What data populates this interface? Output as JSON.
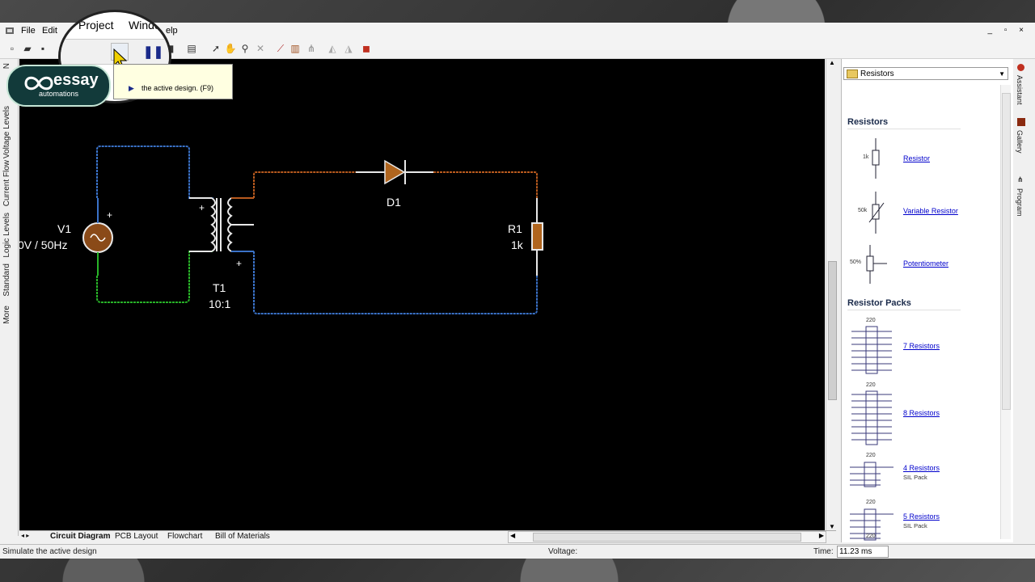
{
  "menu": {
    "file": "File",
    "edit": "Edit",
    "project": "Project",
    "window": "Windo",
    "help": "elp"
  },
  "tooltip": {
    "text": "the active design. (F9)"
  },
  "logo": {
    "text": "essay",
    "subtext": "automations"
  },
  "left_tabs": [
    "Voltage Levels",
    "Current Flow",
    "Logic Levels",
    "Standard",
    "More"
  ],
  "left_tab_partial": "N",
  "circuit": {
    "v1_name": "V1",
    "v1_value": "0V / 50Hz",
    "t1_name": "T1",
    "t1_ratio": "10:1",
    "d1_name": "D1",
    "r1_name": "R1",
    "r1_value": "1k",
    "plus": "+",
    "colors": {
      "blue": "#3a72c8",
      "green": "#28b428",
      "brown": "#b85a1e",
      "white": "#e8e8e8"
    }
  },
  "bottom_tabs": [
    "Circuit Diagram",
    "PCB Layout",
    "Flowchart",
    "Bill of Materials"
  ],
  "status": {
    "message": "Simulate the active design",
    "voltage_label": "Voltage:",
    "time_label": "Time:",
    "time_value": "11.23 ms"
  },
  "gallery": {
    "category": "Resistors",
    "section1": "Resistors",
    "items": [
      {
        "label": "Resistor",
        "value": "1k"
      },
      {
        "label": "Variable Resistor",
        "value": "50k"
      },
      {
        "label": "Potentiometer",
        "value": "50%"
      }
    ],
    "section2": "Resistor Packs",
    "packs": [
      {
        "label": "7 Resistors",
        "sub": "",
        "value": "220"
      },
      {
        "label": "8 Resistors",
        "sub": "",
        "value": "220"
      },
      {
        "label": "4 Resistors",
        "sub": "SIL Pack",
        "value": "220"
      },
      {
        "label": "5 Resistors",
        "sub": "SIL Pack",
        "value": "220"
      }
    ],
    "trailing_value": "220"
  },
  "right_tabs": [
    "Assistant",
    "Gallery",
    "Program"
  ]
}
